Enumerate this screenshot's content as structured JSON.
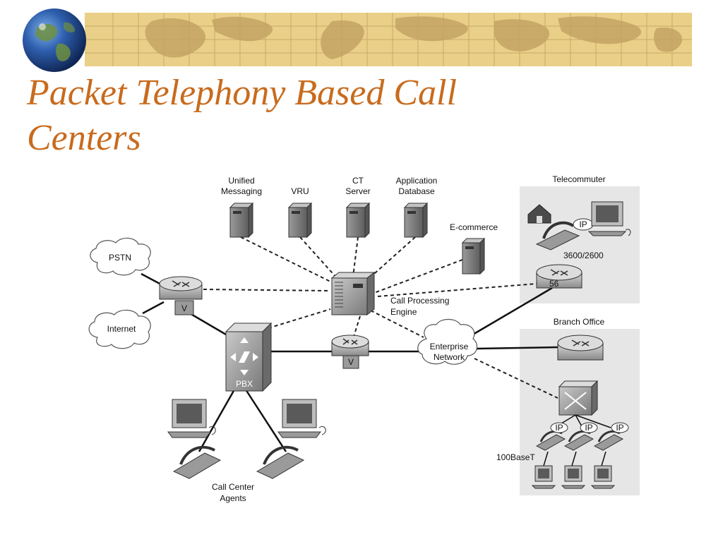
{
  "slide": {
    "title": "Packet Telephony Based Call Centers"
  },
  "diagram": {
    "labels": {
      "unified_messaging": [
        "Unified",
        "Messaging"
      ],
      "vru": "VRU",
      "ct_server": [
        "CT",
        "Server"
      ],
      "application_database": [
        "Application",
        "Database"
      ],
      "e_commerce": "E-commerce",
      "telecommuter": "Telecommuter",
      "router_model": "3600/2600",
      "router_badge": "56",
      "pstn": "PSTN",
      "internet": "Internet",
      "call_processing_engine": [
        "Call Processing",
        "Engine"
      ],
      "branch_office": "Branch Office",
      "enterprise_network": [
        "Enterprise",
        "Network"
      ],
      "pbx": "PBX",
      "voice_badge": "V",
      "ip_badge": "IP",
      "ethernet": "100BaseT",
      "agents": [
        "Call Center",
        "Agents"
      ]
    }
  },
  "colors": {
    "title": "#c86b1d",
    "banner": "#e9cf88",
    "panel": "#e6e6e6"
  }
}
